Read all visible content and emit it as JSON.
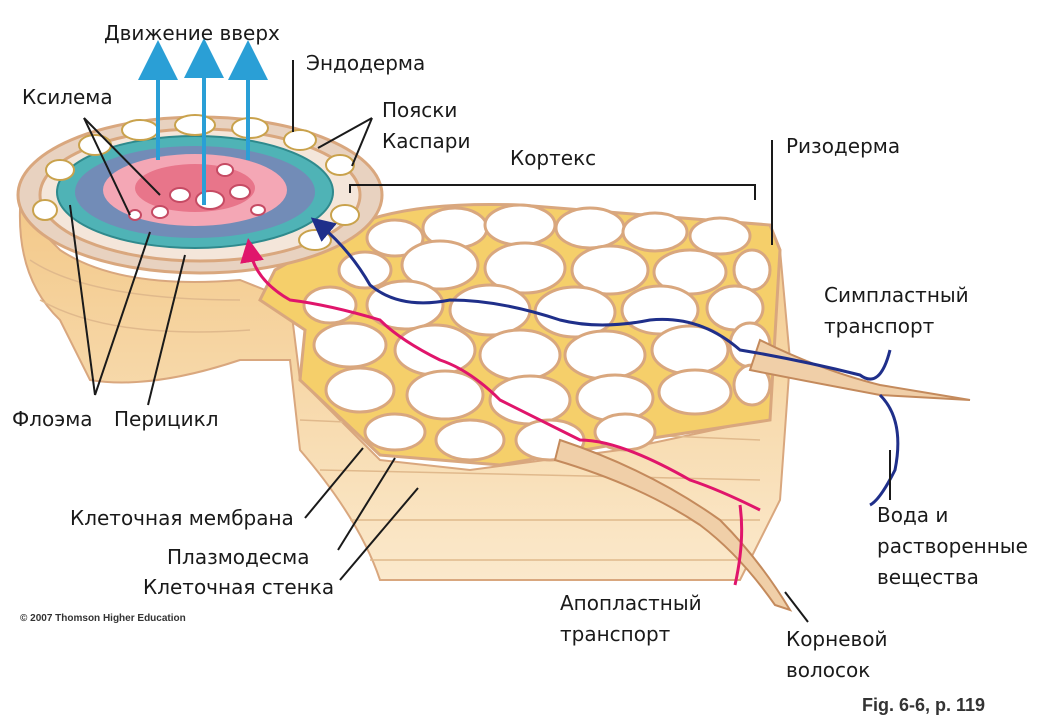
{
  "labels": {
    "upward_movement": "Движение вверх",
    "endodermis": "Эндодерма",
    "xylem": "Ксилема",
    "casparian_strips_line1": "Пояски",
    "casparian_strips_line2": "Каспари",
    "cortex": "Кортекс",
    "rhizodermis": "Ризодерма",
    "symplast_line1": "Симпластный",
    "symplast_line2": "транспорт",
    "phloem": "Флоэма",
    "pericycle": "Перицикл",
    "cell_membrane": "Клеточная мембрана",
    "plasmodesma": "Плазмодесма",
    "cell_wall": "Клеточная стенка",
    "water_line1": "Вода и",
    "water_line2": "растворенные",
    "water_line3": "вещества",
    "apoplast_line1": "Апопластный",
    "apoplast_line2": "транспорт",
    "root_hair_line1": "Корневой",
    "root_hair_line2": "волосок"
  },
  "copyright": "© 2007 Thomson Higher Education",
  "figure_ref": "Fig. 6-6, p. 119",
  "colors": {
    "symplast_path": "#1f2f8a",
    "apoplast_path": "#e0156b",
    "upward_arrow": "#2a9fd6",
    "cell_wall": "#d9a77e",
    "cell_interior": "#ffffff",
    "intercellular": "#f5cf6a",
    "xylem": "#e8758a",
    "phloem": "#8f6bb8",
    "stele": "#4fb3b6"
  }
}
